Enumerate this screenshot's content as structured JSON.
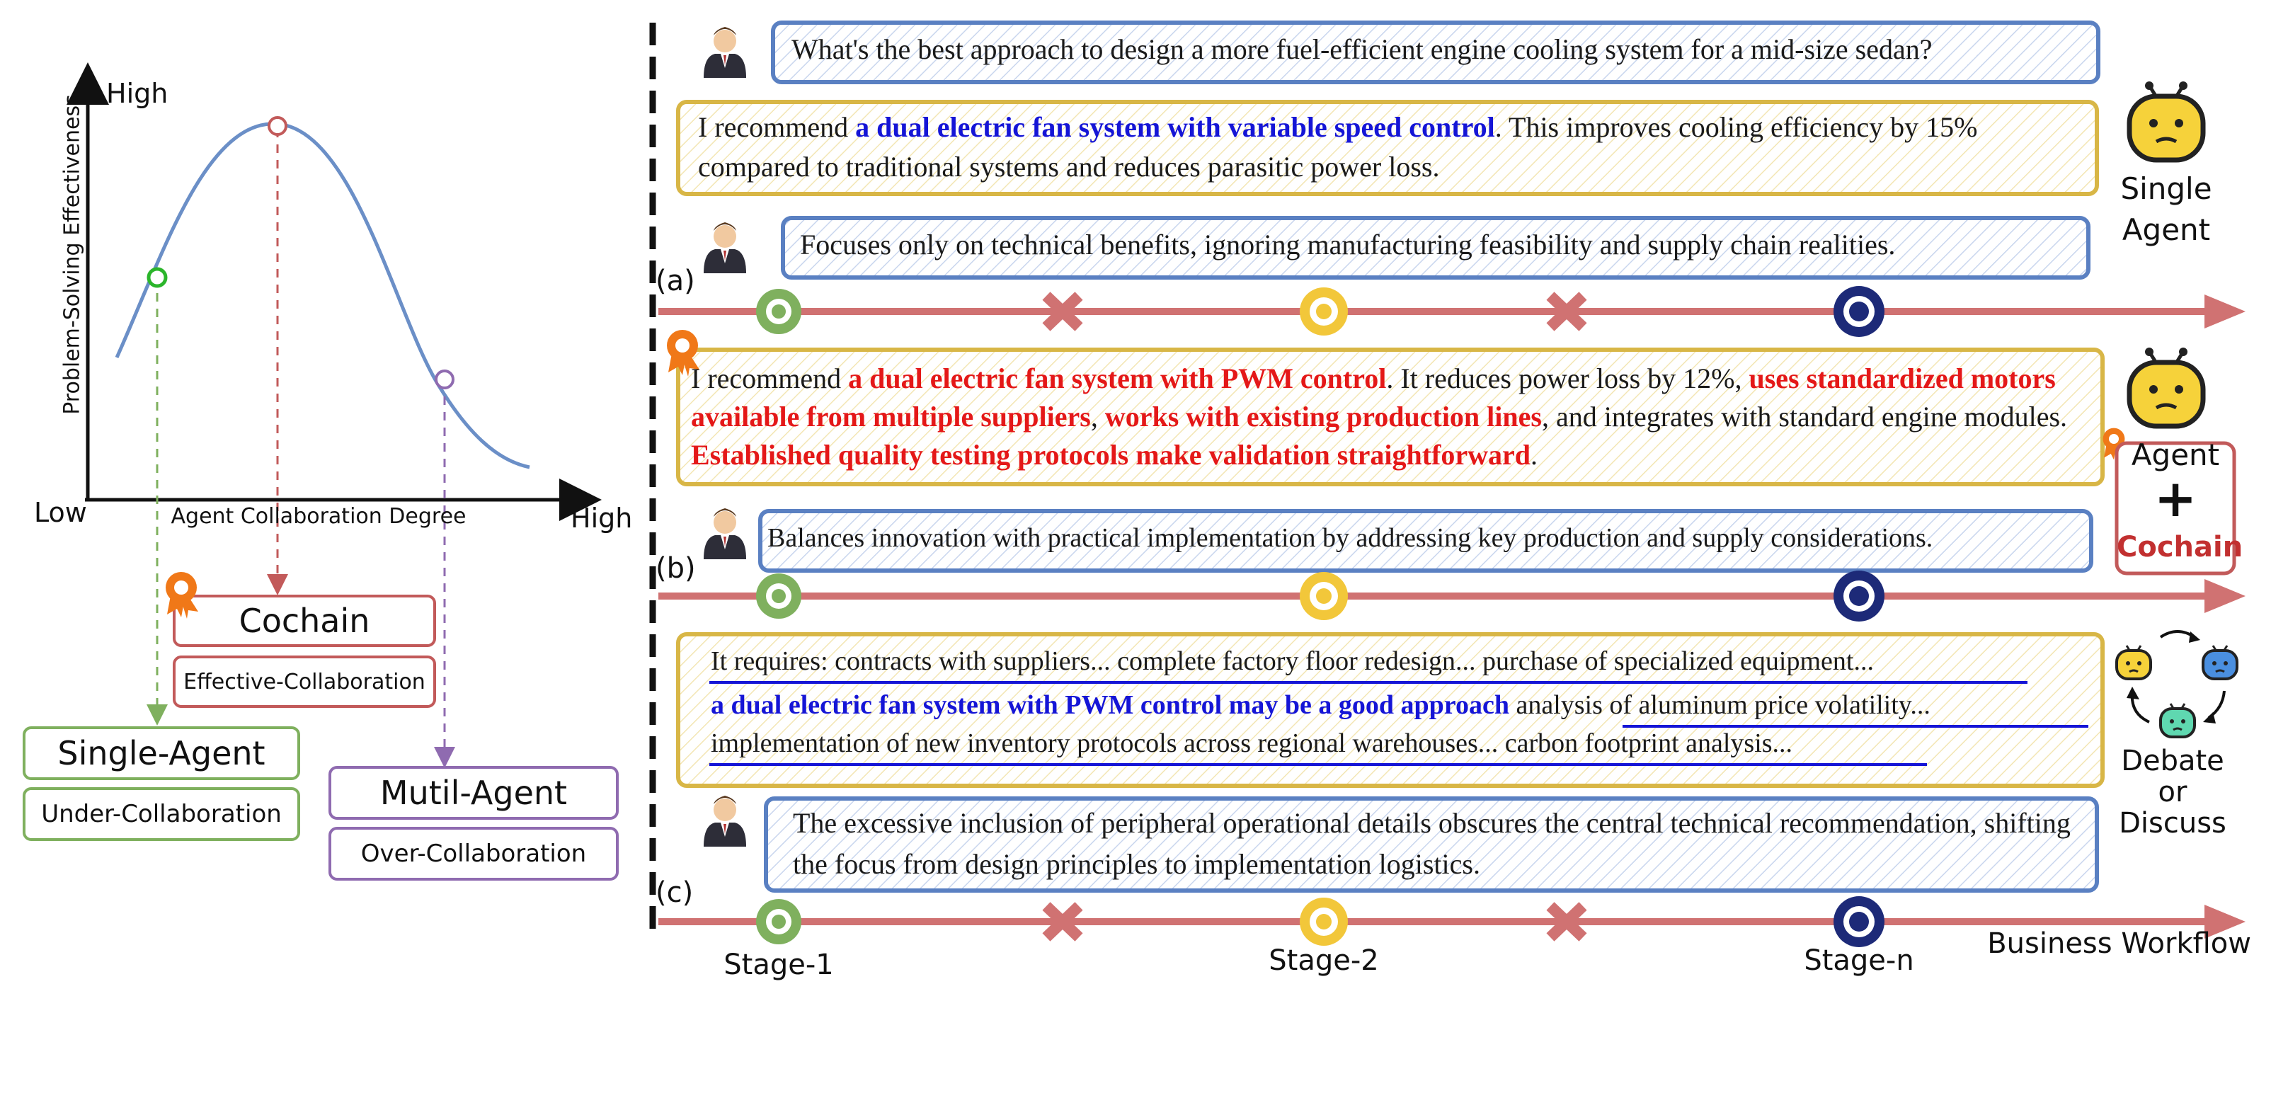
{
  "colors": {
    "curve": "#6b8fc7",
    "green": "#7fb05e",
    "red": "#c25a5a",
    "purple": "#8f6bb0",
    "gold": "#d8b646",
    "blue_box": "#5a80c2",
    "navy": "#1d2a78",
    "arrow": "#d07272",
    "cochain_orange": "#f07818"
  },
  "graph": {
    "y_high": "High",
    "x_high": "High",
    "low": "Low",
    "ylabel": "Problem-Solving Effectiveness",
    "xlabel": "Agent Collaboration Degree"
  },
  "labels": {
    "cochain_title": "Cochain",
    "cochain_sub": "Effective-Collaboration",
    "single_title": "Single-Agent",
    "single_sub": "Under-Collaboration",
    "multi_title": "Mutil-Agent",
    "multi_sub": "Over-Collaboration"
  },
  "panel_a": {
    "tag": "(a)",
    "question": "What's the best approach to design a more fuel-efficient engine cooling system for a mid-size sedan?",
    "answer_pre": "I recommend ",
    "answer_hl": "a dual electric fan system with variable speed control",
    "answer_post": ". This improves cooling efficiency by 15% compared to traditional systems and reduces parasitic power loss.",
    "feedback": "Focuses only on technical benefits, ignoring manufacturing feasibility and supply chain realities.",
    "agent_line1": "Single",
    "agent_line2": "Agent"
  },
  "panel_b": {
    "tag": "(b)",
    "answer_1": "I recommend ",
    "answer_hl1": "a dual electric fan system with PWM control",
    "answer_2": ". It reduces power loss by 12%, ",
    "answer_hl2": "uses standardized motors available from multiple suppliers",
    "answer_3": ", ",
    "answer_hl3": "works with existing production lines",
    "answer_4": ", and integrates with standard engine modules. ",
    "answer_hl4": "Established quality testing protocols make validation straightforward",
    "answer_5": ".",
    "feedback": "Balances innovation with practical implementation by addressing key production and supply considerations.",
    "agent_line1": "Agent",
    "agent_plus": "+",
    "agent_line2": "Cochain"
  },
  "panel_c": {
    "tag": "(c)",
    "line1": "It requires: contracts with suppliers... complete factory floor redesign... purchase of specialized equipment...",
    "line2_hl": "a dual electric fan system with PWM control may be a good approach",
    "line2_rest": " analysis of aluminum price volatility...",
    "line3": "implementation of new inventory protocols across regional warehouses... carbon footprint analysis...",
    "feedback": "The excessive inclusion of peripheral operational details obscures the central technical recommendation, shifting the focus from design principles to implementation logistics.",
    "agent_line1": "Debate",
    "agent_line2": "or",
    "agent_line3": "Discuss"
  },
  "workflow": {
    "stage1": "Stage-1",
    "stage2": "Stage-2",
    "stagen": "Stage-n",
    "title": "Business Workflow"
  }
}
